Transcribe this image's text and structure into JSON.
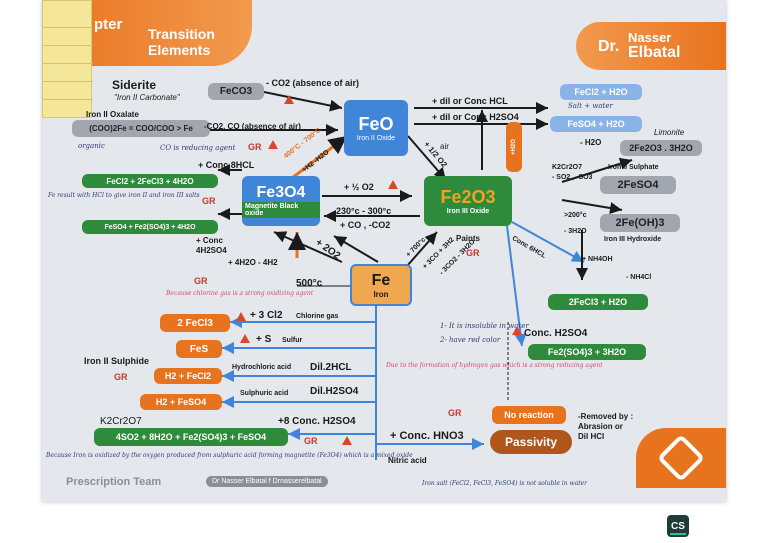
{
  "header": {
    "chapter_fragment": "pter",
    "title_line1": "Transition",
    "title_line2": "Elements",
    "author_prefix": "Dr.",
    "author_first": "Nasser",
    "author_last": "Elbatal"
  },
  "compounds": {
    "siderite_name": "Siderite",
    "siderite_desc": "\"Iron II Carbonate\"",
    "feco3": "FeCO3",
    "iron2_oxalate_label": "Iron II Oxalate",
    "oxalate_formula": "(COO)2Fe = COO/COO > Fe",
    "feo": "FeO",
    "feo_sub": "Iron II Oxide",
    "fe3o4": "Fe3O4",
    "fe3o4_sub": "Magnetite Black oxide",
    "fe2o3": "Fe2O3",
    "fe2o3_sub": "Iron III Oxide",
    "fe": "Fe",
    "fe_sub": "Iron",
    "fecl2_water": "FeCl2 + H2O",
    "feso4_water": "FeSO4 + H2O",
    "fe2o3_3h2o": "2Fe2O3 . 3H2O",
    "limonite": "Limonite",
    "two_feso4": "2FeSO4",
    "iron2_sulphate": "Iron II Sulphate",
    "two_feoh3": "2Fe(OH)3",
    "iron3_hydroxide": "Iron III Hydroxide",
    "fecl2_fecl3": "FeCl2 + 2FeCl3 + 4H2O",
    "feso4_fe2so43": "FeSO4 + Fe2(SO4)3 + 4H2O",
    "two_fecl3": "2FeCl3 + H2O",
    "fe2so43_h2o": "Fe2(SO4)3 + 3H2O",
    "fecl3_box": "2 FeCl3",
    "fes_box": "FeS",
    "h2_fecl2": "H2 + FeCl2",
    "h2_feso4": "H2 + FeSO4",
    "final_products": "4SO2 + 8H2O + Fe2(SO4)3 + FeSO4",
    "no_reaction": "No reaction",
    "passivity": "Passivity"
  },
  "labels": {
    "co2_absence": "- CO2 (absence of air)",
    "co_absence": "-CO2, CO (absence of air)",
    "dil_hcl": "+ dil or Conc HCL",
    "dil_h2so4": "+ dil or Conc H2SO4",
    "temp_400": "400°C - 700°C",
    "h2_h2o": "+H2 -H2O",
    "o2_half": "+ 1/2 O2",
    "air": "air",
    "conc_8hcl": "+ Conc 8HCL",
    "half_o2": "+ ½ O2",
    "temp_230": "230°c - 300°c",
    "co_co": "+ CO , -CO2",
    "conc_h2so4_left": "+ Conc",
    "conc_h2so4_left2": "4H2SO4",
    "h2o_h2": "+ 4H2O - 4H2",
    "two_o2": "+ 2O2",
    "temp_500": "500°c",
    "temp_700": "+ 700°c",
    "co_h2": "+ 3CO + 3H2",
    "co2_h2o": "- 3CO2 - 3H2O",
    "paints": "Paints",
    "conc_6hcl": "Conc 6HCL",
    "k2cr2o7": "K2Cr2O7",
    "so2_so3": "- SO2 , -SO3",
    "h2o_minus": "- H2O",
    "temp_200": ">200°c",
    "h2o_3": "- 3H2O",
    "nh4oh": "+ NH4OH",
    "nh4cl": "- NH4Cl",
    "conc_h2so4_right": "Conc. H2SO4",
    "cl2": "+ 3 Cl2",
    "cl2_gas": "Chlorine gas",
    "s_sulfur": "+ S",
    "sulfur": "Sulfur",
    "iron2_sulphide": "Iron II Sulphide",
    "hcl_acid": "Hydrochloric acid",
    "dil_2hcl": "Dil.2HCL",
    "sulphuric_acid": "Sulphuric acid",
    "dil_h2so4_2": "Dil.H2SO4",
    "k2cr2o7_bottom": "K2Cr2O7",
    "conc_8h2so4": "+8  Conc. H2SO4",
    "conc_hno3": "+ Conc. HNO3",
    "nitric_acid": "Nitric acid",
    "removed_by": "-Removed by :",
    "abrasion": "Abrasion or",
    "dil_hcl_bottom": "Dil HCl",
    "gr": "GR",
    "plus_4h2o": "+4H2O",
    "minus_4h2": "-4H2",
    "plus_h2o_7": "+H2O"
  },
  "notes": {
    "co_reducing": "CO is reducing agent",
    "fe_result": "Fe result with HCl to give iron II and iron III salts",
    "organic": "organic",
    "salt_water": "Salt + water",
    "insoluble": "1- It is insoluble in water",
    "red_color": "2- have red color",
    "chlorine_oxidizing": "Because chlorine gas is a strong oxidizing agent",
    "due_to": "Due to the formation of hydrogen gas which is a strong reducing agent",
    "footer_note": "Because Iron is oxidized by the oxygen produced from sulphuric acid forming magnetite (Fe3O4) which is a mixed oxide",
    "iron_salt_note": "Iron salt (FeCl2, FeCl3, FeSO4) is not soluble in water"
  },
  "footer": {
    "prescription": "Prescription Team",
    "social": "Dr Nasser Elbatal  f  Drnasserelbatal"
  },
  "colors": {
    "blue": "#3f86d9",
    "green": "#2e8b3c",
    "orange": "#e8731f",
    "brown": "#b0561a"
  }
}
